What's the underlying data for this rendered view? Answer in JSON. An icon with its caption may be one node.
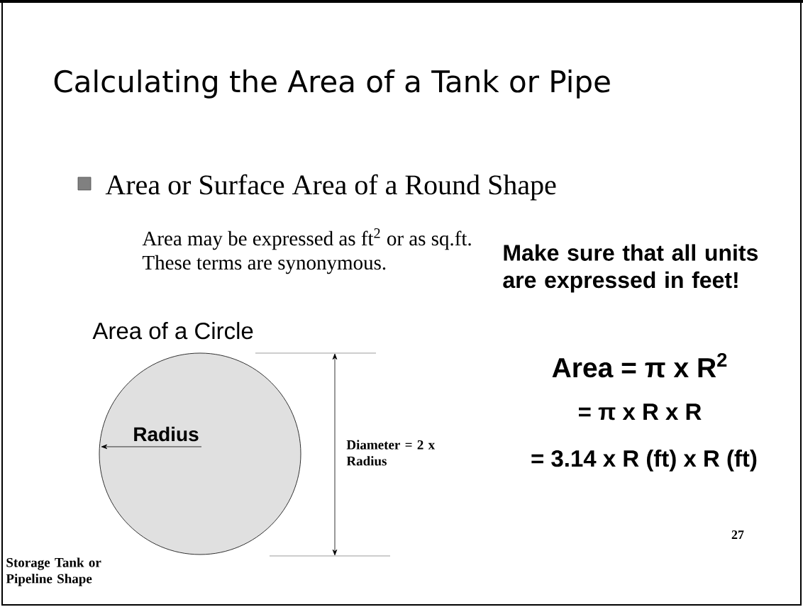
{
  "diagram": {
    "title": "Calculating the Area of a Tank or Pipe",
    "nodes": [
      {
        "text": [
          "Radius"
        ]
      }
    ],
    "labels": [
      "Area or Surface Area of a Round Shape",
      "Area may be expressed as ft$^{2}$  or as sq.ft.",
      "These terms are synonymous.",
      "Area of a Circle",
      "Diameter = 2 x Radius",
      "Storage Tank or Pipeline Shape",
      "Make sure that all units are expressed in feet!",
      "Area = π x R$^{2}$",
      "= π x R x R",
      "= 3.14 x R (ft) x R (ft)",
      "27"
    ]
  }
}
